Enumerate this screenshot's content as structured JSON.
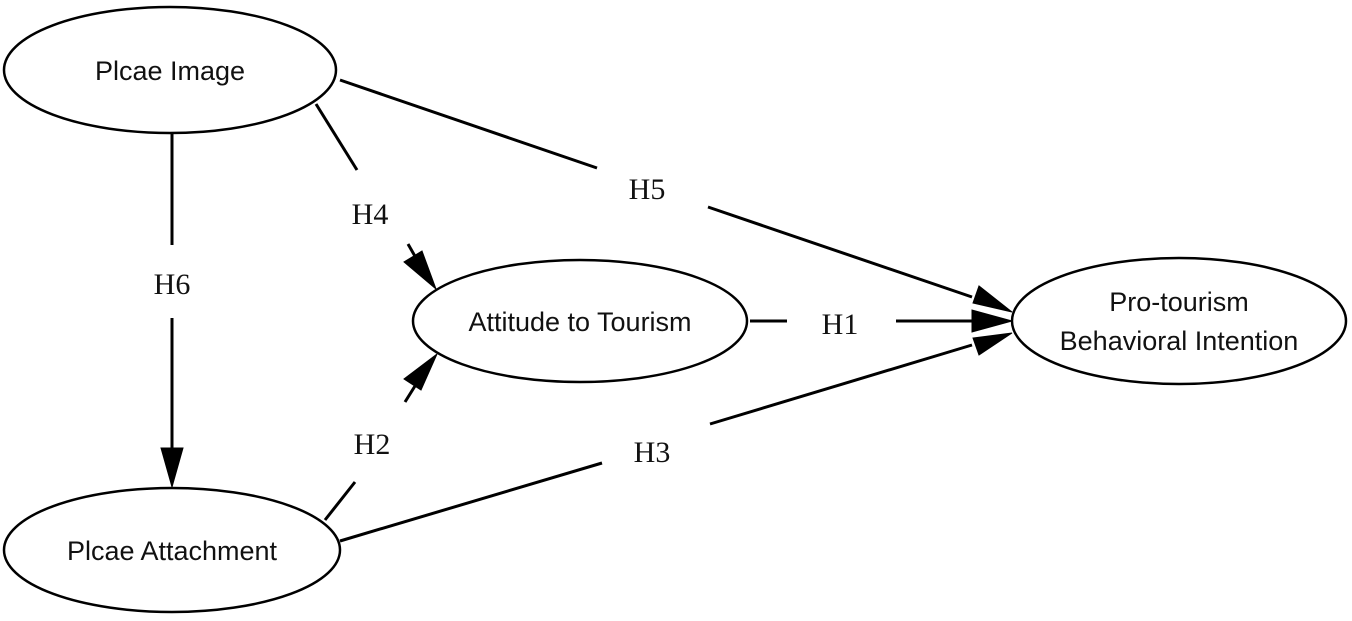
{
  "nodes": {
    "place_image": {
      "label": "Plcae Image"
    },
    "place_attachment": {
      "label": "Plcae Attachment"
    },
    "attitude": {
      "label": "Attitude to Tourism"
    },
    "intention": {
      "lines": [
        "Pro-tourism",
        "Behavioral Intention"
      ]
    }
  },
  "edges": {
    "h1": {
      "label": "H1",
      "from": "Attitude to Tourism",
      "to": "Pro-tourism Behavioral Intention"
    },
    "h2": {
      "label": "H2",
      "from": "Plcae Attachment",
      "to": "Attitude to Tourism"
    },
    "h3": {
      "label": "H3",
      "from": "Plcae Attachment",
      "to": "Pro-tourism Behavioral Intention"
    },
    "h4": {
      "label": "H4",
      "from": "Plcae Image",
      "to": "Attitude to Tourism"
    },
    "h5": {
      "label": "H5",
      "from": "Plcae Image",
      "to": "Pro-tourism Behavioral Intention"
    },
    "h6": {
      "label": "H6",
      "from": "Plcae Image",
      "to": "Plcae Attachment"
    }
  },
  "colors": {
    "stroke": "#000000",
    "background": "#ffffff",
    "text": "#111111"
  }
}
